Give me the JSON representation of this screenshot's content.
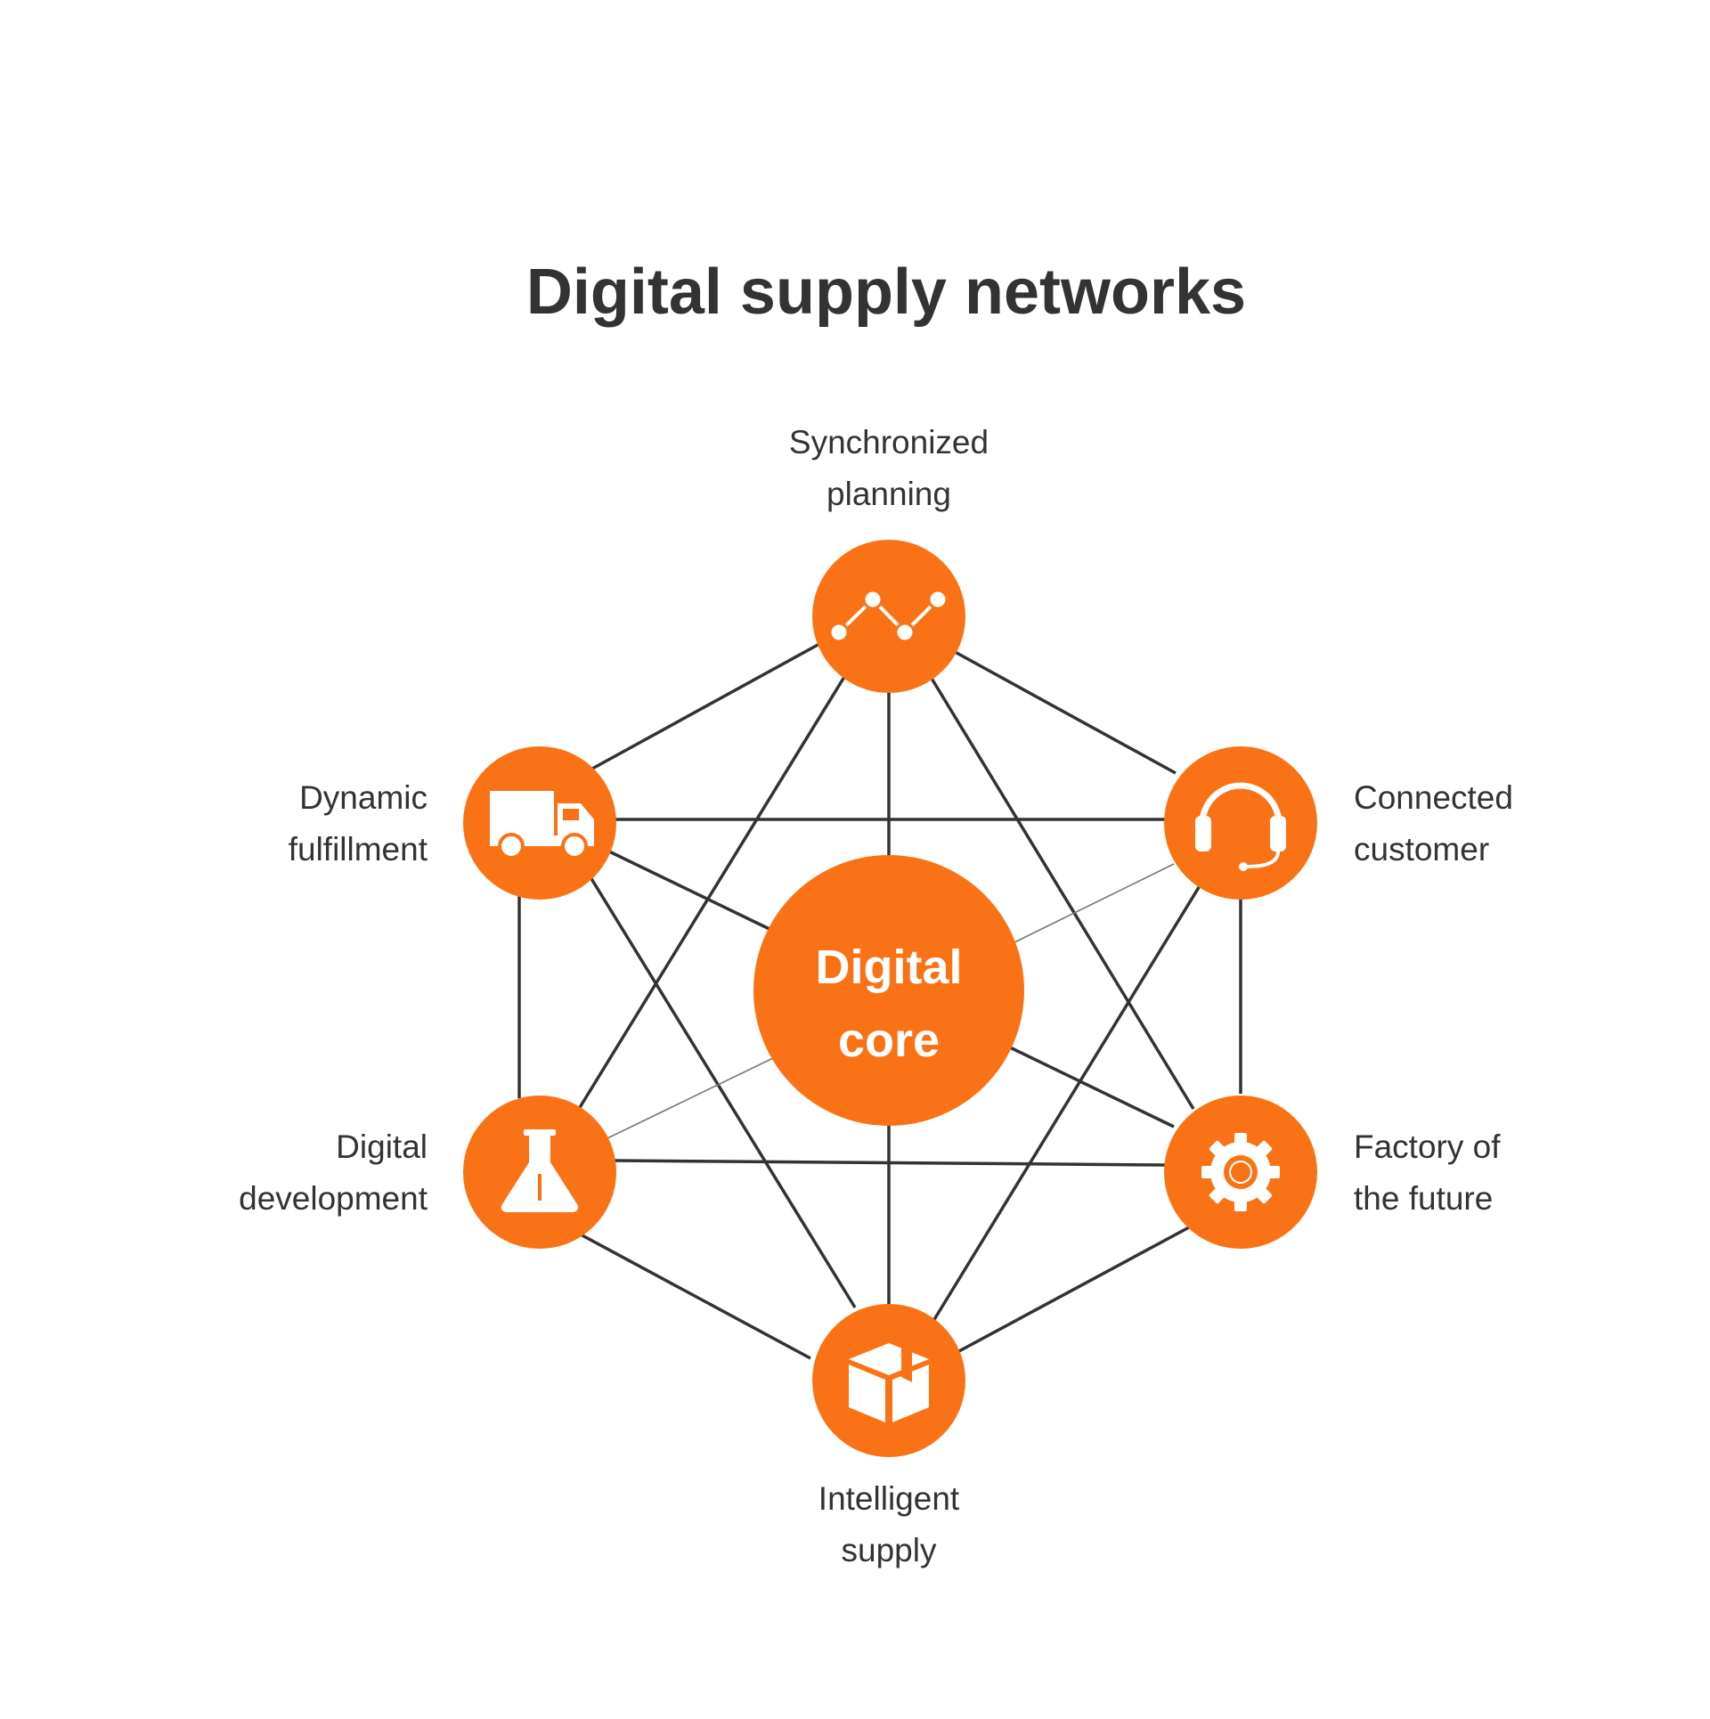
{
  "title": "Digital supply networks",
  "colors": {
    "accent": "#F97316",
    "text": "#333333",
    "edge": "#333333",
    "background": "#FFFFFF"
  },
  "core": {
    "line1": "Digital",
    "line2": "core"
  },
  "nodes": [
    {
      "id": "synchronized-planning",
      "line1": "Synchronized",
      "line2": "planning",
      "icon": "line-chart-icon"
    },
    {
      "id": "connected-customer",
      "line1": "Connected",
      "line2": "customer",
      "icon": "headset-icon"
    },
    {
      "id": "factory-of-the-future",
      "line1": "Factory of",
      "line2": "the future",
      "icon": "gear-icon"
    },
    {
      "id": "intelligent-supply",
      "line1": "Intelligent",
      "line2": "supply",
      "icon": "box-icon"
    },
    {
      "id": "digital-development",
      "line1": "Digital",
      "line2": "development",
      "icon": "flask-icon"
    },
    {
      "id": "dynamic-fulfillment",
      "line1": "Dynamic",
      "line2": "fulfillment",
      "icon": "truck-icon"
    }
  ]
}
